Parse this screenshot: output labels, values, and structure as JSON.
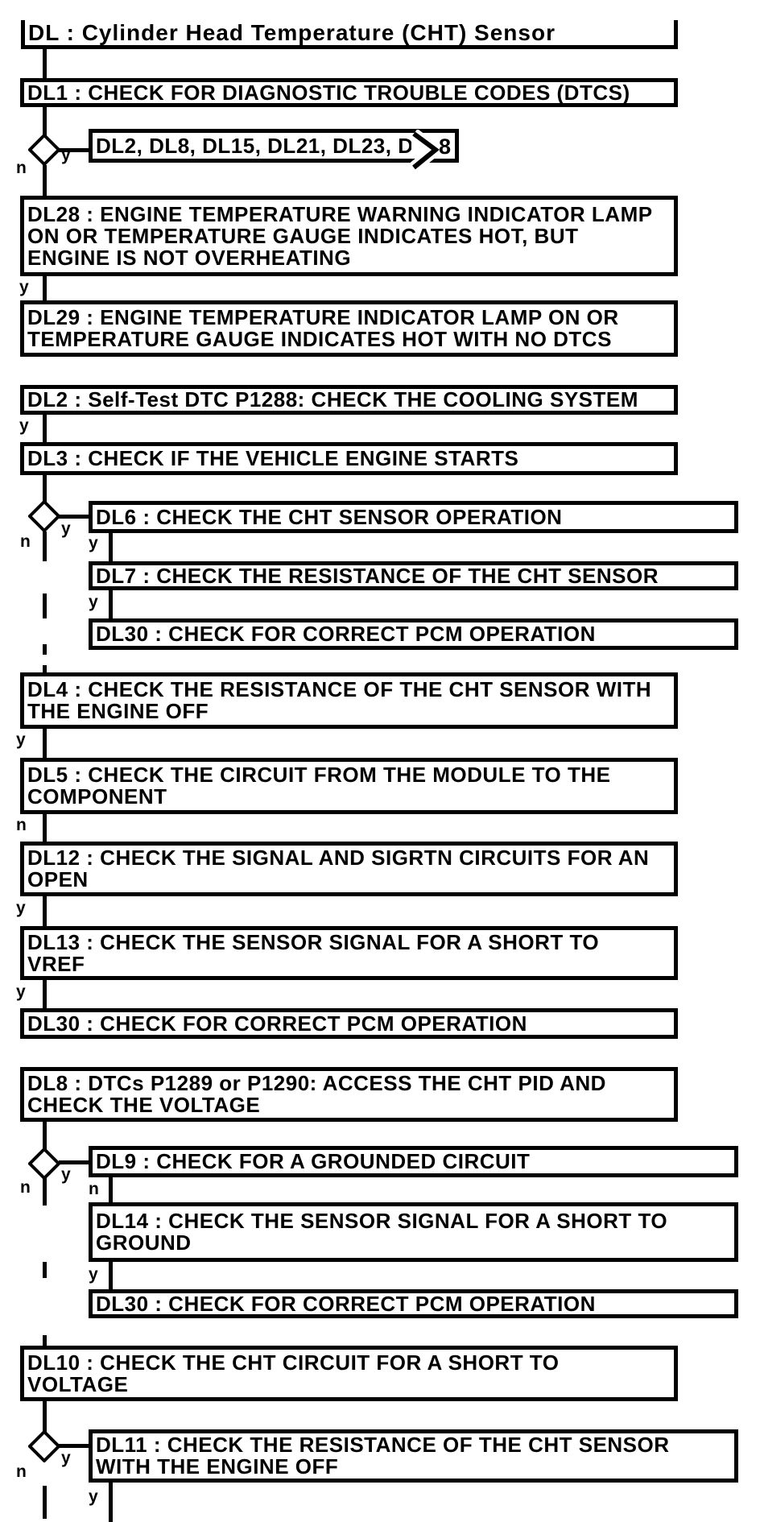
{
  "flowchart": {
    "title": "DL : Cylinder Head Temperature (CHT) Sensor",
    "branch_yes": "y",
    "branch_no": "n",
    "offpage_connector": {
      "text": "DL2, DL8, DL15, DL21, DL23, D",
      "number": "8"
    },
    "nodes": {
      "dl1": "DL1 : CHECK FOR DIAGNOSTIC TROUBLE CODES (DTCS)",
      "dl28": "DL28 : ENGINE TEMPERATURE WARNING INDICATOR LAMP\nON OR TEMPERATURE GAUGE INDICATES HOT, BUT\nENGINE IS NOT OVERHEATING",
      "dl29": "DL29 : ENGINE TEMPERATURE INDICATOR LAMP ON OR\nTEMPERATURE GAUGE INDICATES HOT WITH NO DTCS",
      "dl2": "DL2 : Self-Test DTC P1288: CHECK THE COOLING SYSTEM",
      "dl3": "DL3 : CHECK IF THE VEHICLE ENGINE STARTS",
      "dl6": "DL6 : CHECK THE CHT SENSOR OPERATION",
      "dl7": "DL7 : CHECK THE RESISTANCE OF THE CHT SENSOR",
      "dl30a": "DL30 : CHECK FOR CORRECT PCM OPERATION",
      "dl4": "DL4 : CHECK THE RESISTANCE OF THE CHT SENSOR WITH\nTHE ENGINE OFF",
      "dl5": "DL5 : CHECK THE CIRCUIT FROM THE MODULE TO THE\nCOMPONENT",
      "dl12": "DL12 : CHECK THE SIGNAL AND SIGRTN CIRCUITS FOR AN\nOPEN",
      "dl13": "DL13 : CHECK THE SENSOR SIGNAL FOR A SHORT TO\nVREF",
      "dl30b": "DL30 : CHECK FOR CORRECT PCM OPERATION",
      "dl8": "DL8 : DTCs P1289 or P1290: ACCESS THE CHT PID AND\nCHECK THE VOLTAGE",
      "dl9": "DL9 : CHECK FOR A GROUNDED CIRCUIT",
      "dl14": "DL14 : CHECK THE SENSOR SIGNAL FOR A SHORT TO\nGROUND",
      "dl30c": "DL30 : CHECK FOR CORRECT PCM OPERATION",
      "dl10": "DL10 : CHECK THE CHT CIRCUIT FOR A SHORT TO\nVOLTAGE",
      "dl11": "DL11 : CHECK THE RESISTANCE OF THE CHT SENSOR\nWITH THE ENGINE OFF"
    },
    "colors": {
      "ink": "#000000",
      "background": "#ffffff"
    }
  }
}
